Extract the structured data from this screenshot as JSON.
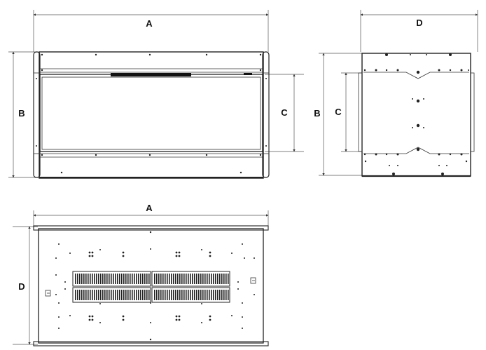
{
  "labels": {
    "front": {
      "width": "A",
      "height": "B",
      "opening": "C"
    },
    "side": {
      "depth": "D",
      "height": "B",
      "opening": "C"
    },
    "top": {
      "width": "A",
      "depth": "D"
    }
  }
}
